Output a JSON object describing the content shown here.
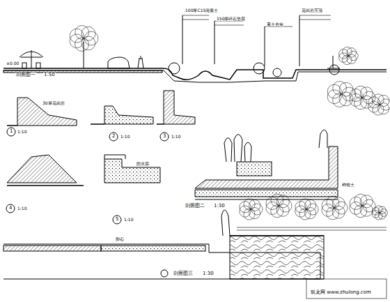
{
  "diagram": {
    "labels": [
      "剖面图一",
      "1:50",
      "100厚C15混凝土",
      "150厚碎石垫层",
      "素土夯实",
      "花岗岩压顶",
      "1",
      "1:10",
      "2",
      "1:10",
      "3",
      "1:10",
      "4",
      "1:10",
      "5",
      "1:10",
      "剖面图二",
      "1:30",
      "剖面图三",
      "1:30",
      "30厚花岗岩",
      "防水层",
      "种植土",
      "卵石",
      "±0.00",
      "筑龙网 www.zhulong.com"
    ]
  }
}
